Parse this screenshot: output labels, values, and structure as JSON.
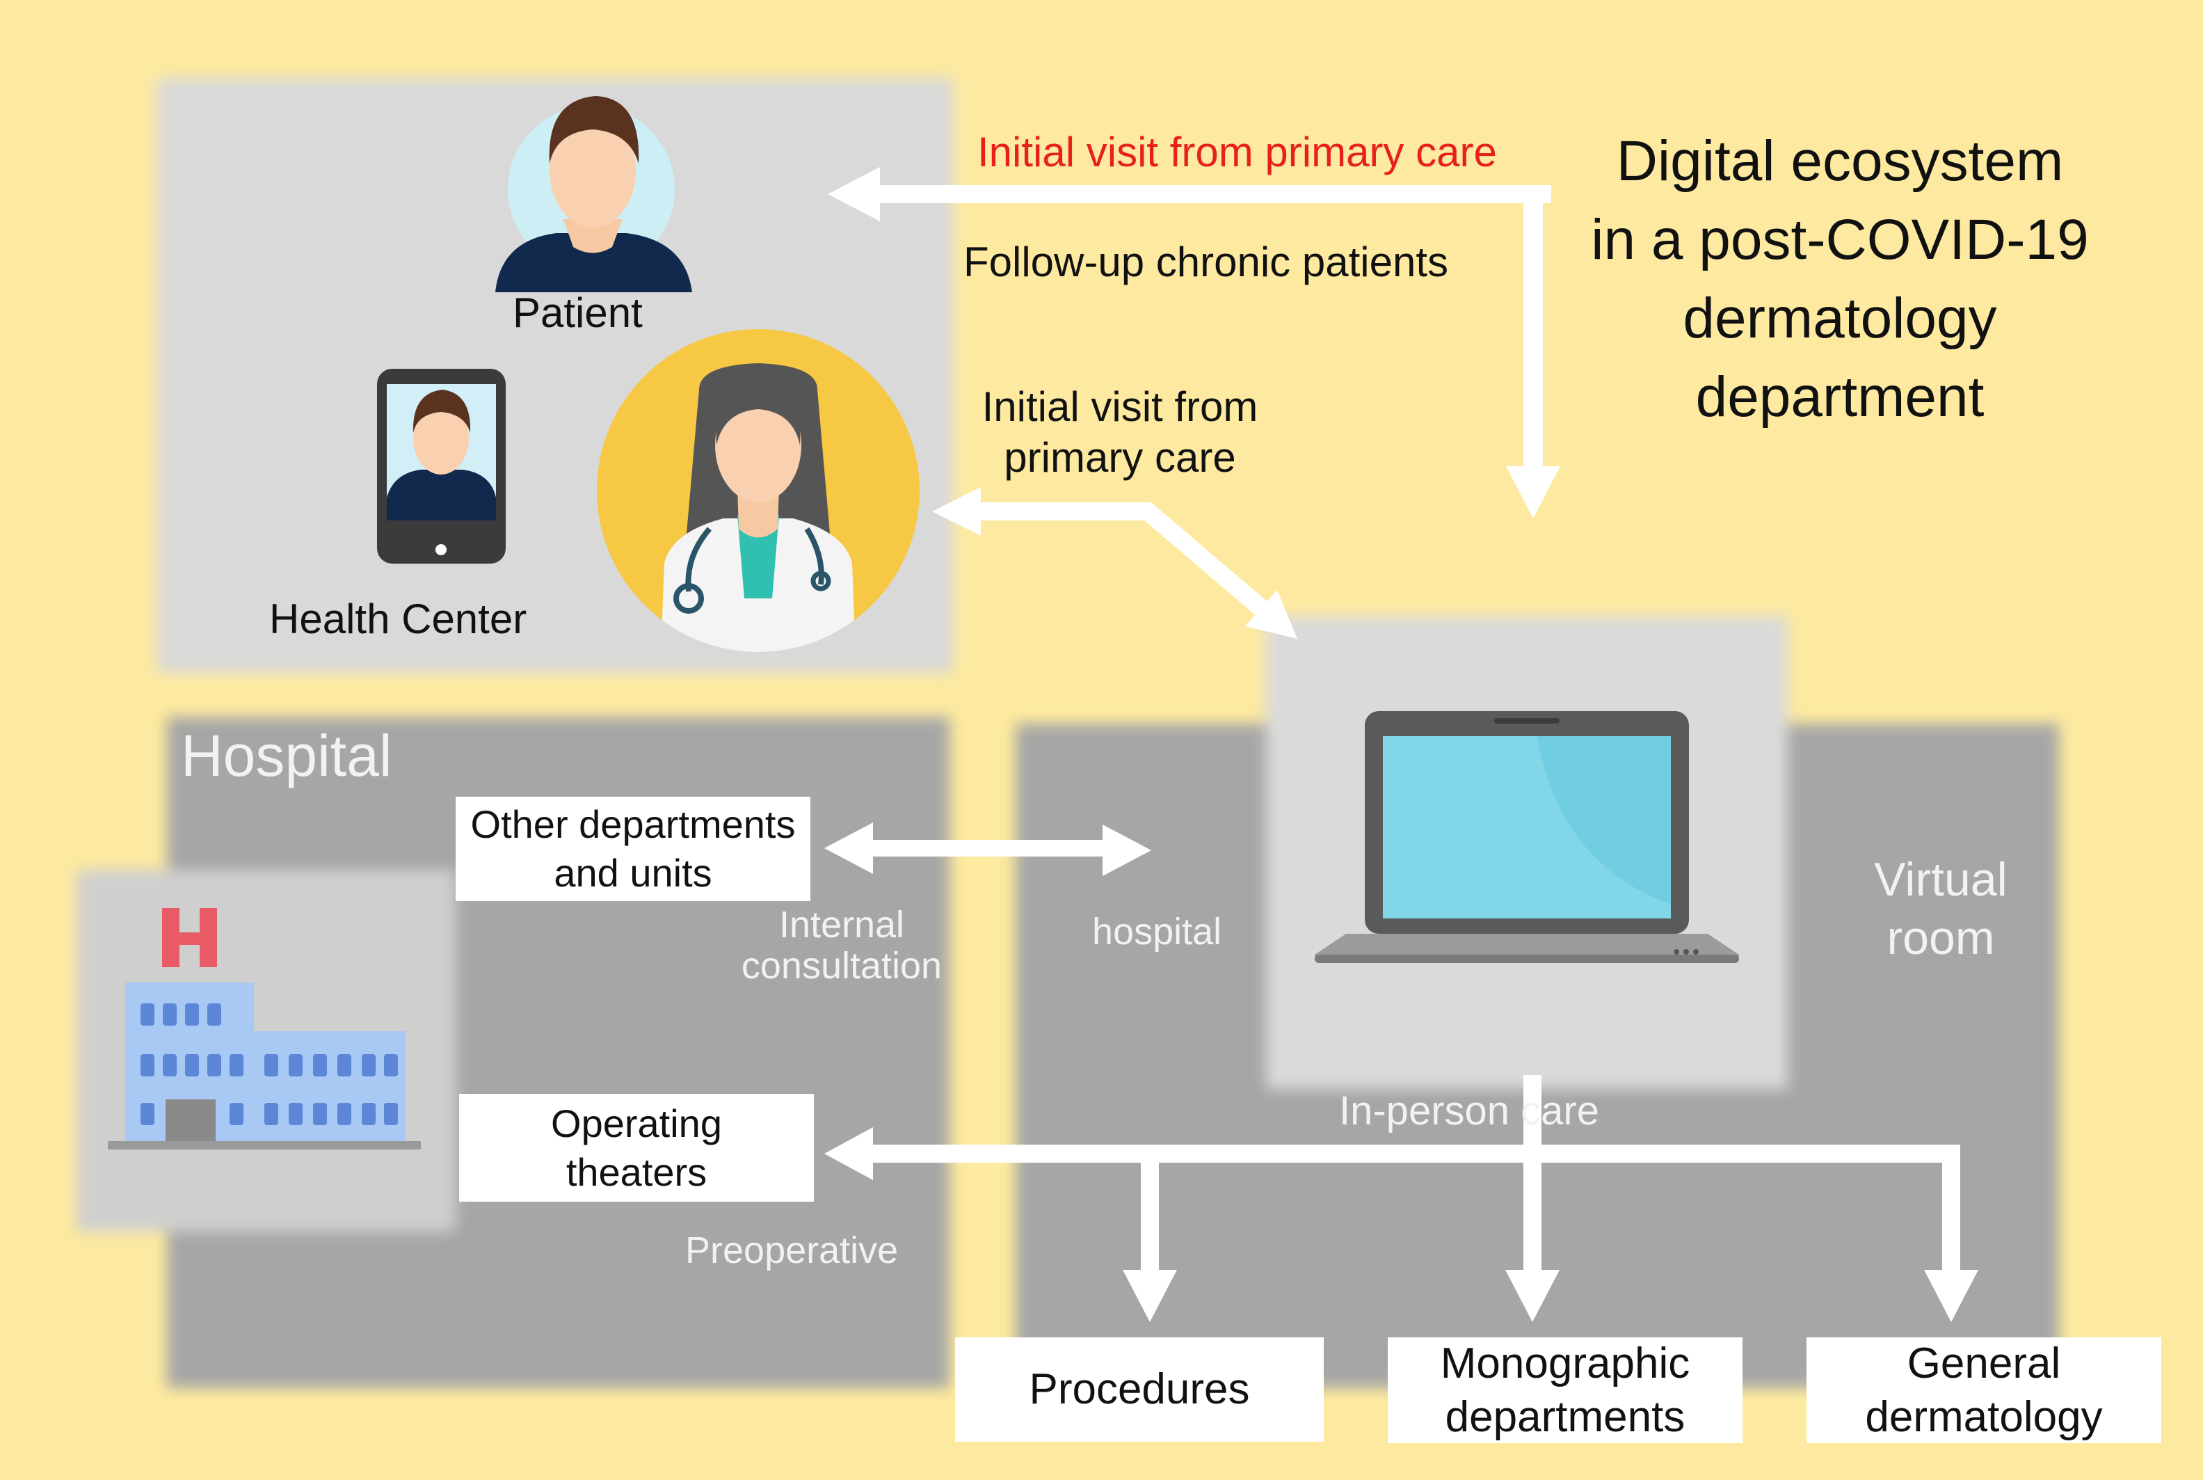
{
  "title": {
    "lines": [
      "Digital ecosystem",
      "in a post-COVID-19",
      "dermatology",
      "department"
    ]
  },
  "top_panel": {
    "patient_label": "Patient",
    "health_center_label": "Health Center"
  },
  "arrows": {
    "initial_visit_top": "Initial visit from primary care",
    "follow_up": "Follow-up chronic patients",
    "initial_visit_mid_line1": "Initial visit from",
    "initial_visit_mid_line2": "primary care"
  },
  "hospital": {
    "label": "Hospital",
    "other_departments_line1": "Other departments",
    "other_departments_line2": "and units",
    "internal_consultation_line1": "Internal",
    "internal_consultation_line2": "consultation",
    "hospital_label": "hospital",
    "operating_theaters_line1": "Operating",
    "operating_theaters_line2": "theaters",
    "preoperative_label": "Preoperative"
  },
  "virtual_room": {
    "line1": "Virtual",
    "line2": "room",
    "in_person_care": "In-person care"
  },
  "bottom_boxes": {
    "procedures": "Procedures",
    "monographic_line1": "Monographic",
    "monographic_line2": "departments",
    "general_line1": "General",
    "general_line2": "dermatology"
  },
  "colors": {
    "background": "#fdeaa0",
    "light_panel": "#d9d9d9",
    "dark_panel": "#a6a6a6",
    "accent_red": "#e8201c",
    "doctor_circle": "#f7c844",
    "laptop_screen": "#6fcde3"
  }
}
